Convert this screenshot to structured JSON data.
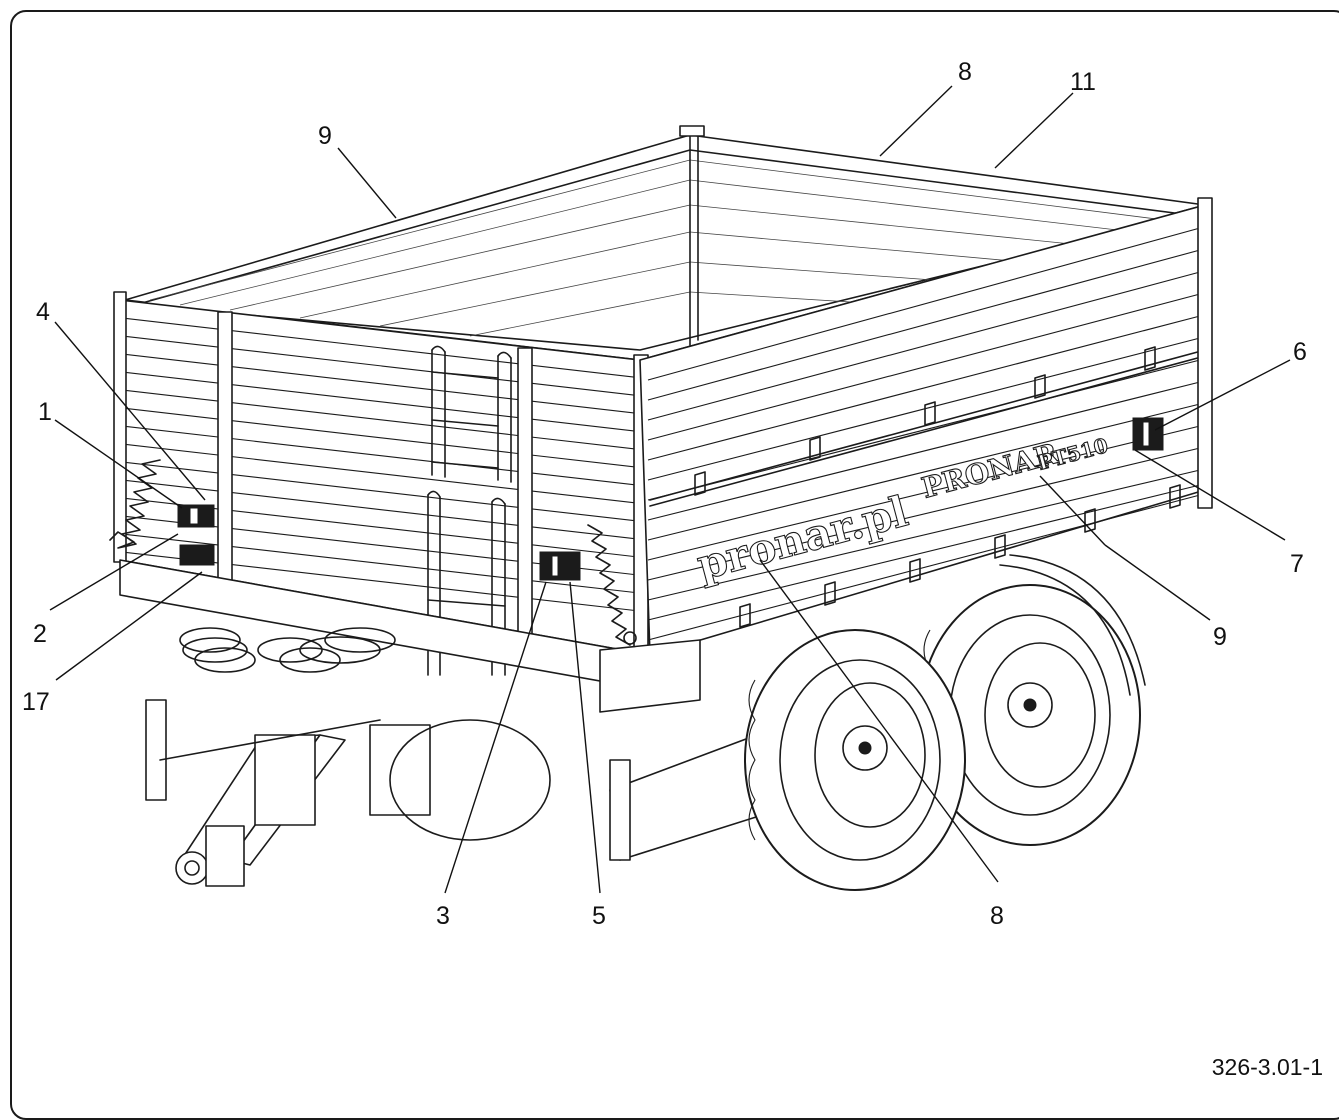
{
  "drawing": {
    "code": "326-3.01-1",
    "brand_logo_text": "PRONAR",
    "model_text": "PT510",
    "website_text": "pronar.pl"
  },
  "callouts": [
    {
      "id": "c9a",
      "label": "9"
    },
    {
      "id": "c8a",
      "label": "8"
    },
    {
      "id": "c11",
      "label": "11"
    },
    {
      "id": "c4",
      "label": "4"
    },
    {
      "id": "c1",
      "label": "1"
    },
    {
      "id": "c2",
      "label": "2"
    },
    {
      "id": "c17",
      "label": "17"
    },
    {
      "id": "c6",
      "label": "6"
    },
    {
      "id": "c7",
      "label": "7"
    },
    {
      "id": "c9b",
      "label": "9"
    },
    {
      "id": "c3",
      "label": "3"
    },
    {
      "id": "c5",
      "label": "5"
    },
    {
      "id": "c8b",
      "label": "8"
    }
  ]
}
